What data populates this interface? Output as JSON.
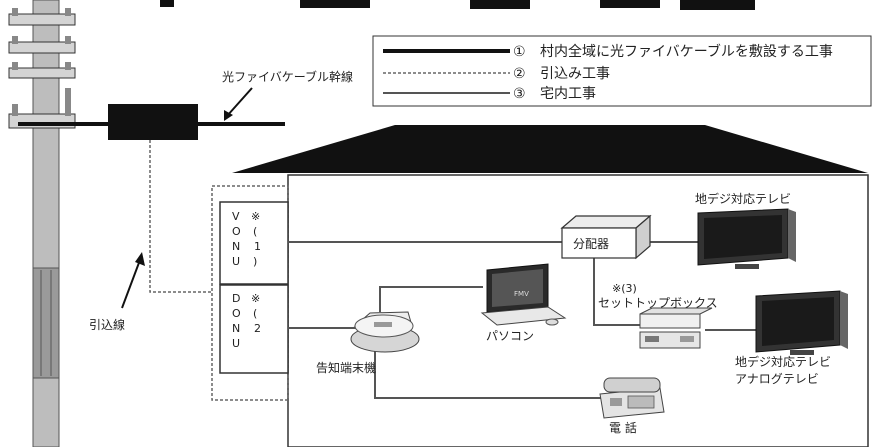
{
  "legend": {
    "items": [
      {
        "marker": "①",
        "label": "村内全域に光ファイバケーブルを敷設する工事"
      },
      {
        "marker": "②",
        "label": "引込み工事"
      },
      {
        "marker": "③",
        "label": "宅内工事"
      }
    ]
  },
  "labels": {
    "trunk": "光ファイバケーブル幹線",
    "dropline": "引込線",
    "splitter": "分配器",
    "tv_digital": "地デジ対応テレビ",
    "settop_note": "※(3)",
    "settop": "セットトップボックス",
    "tv_digital2": "地デジ対応テレビ",
    "tv_analog": "アナログテレビ",
    "pc": "パソコン",
    "notice_terminal": "告知端末機",
    "phone": "電 話"
  },
  "onu": {
    "v": {
      "letters": "V O N U",
      "note": "※(1)"
    },
    "d": {
      "letters": "D O N U",
      "note": "※(2"
    }
  },
  "colors": {
    "line": "#555555",
    "trunk": "#111111",
    "pole": "#bdbdbd",
    "roof": "#111111"
  }
}
